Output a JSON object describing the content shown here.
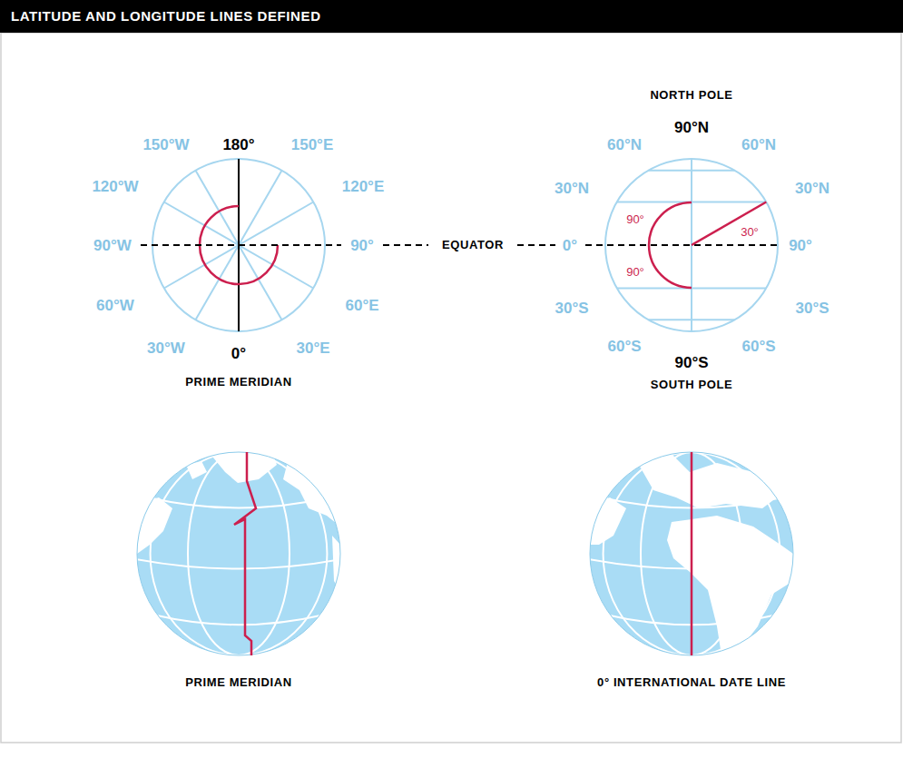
{
  "diagram": {
    "title": "LATITUDE AND LONGITUDE LINES DEFINED",
    "labels": [
      "180°",
      "150°W",
      "150°E",
      "120°W",
      "120°E",
      "90°W",
      "90°",
      "EQUATOR",
      "0°",
      "60°W",
      "60°E",
      "30°W",
      "30°E",
      "0°",
      "PRIME MERIDIAN",
      "NORTH POLE",
      "90°N",
      "60°N",
      "60°N",
      "30°N",
      "30°N",
      "90°",
      "30°",
      "90°",
      "90°",
      "30°S",
      "30°S",
      "60°S",
      "60°S",
      "90°S",
      "SOUTH POLE",
      "PRIME MERIDIAN",
      "0° INTERNATIONAL DATE LINE"
    ]
  }
}
